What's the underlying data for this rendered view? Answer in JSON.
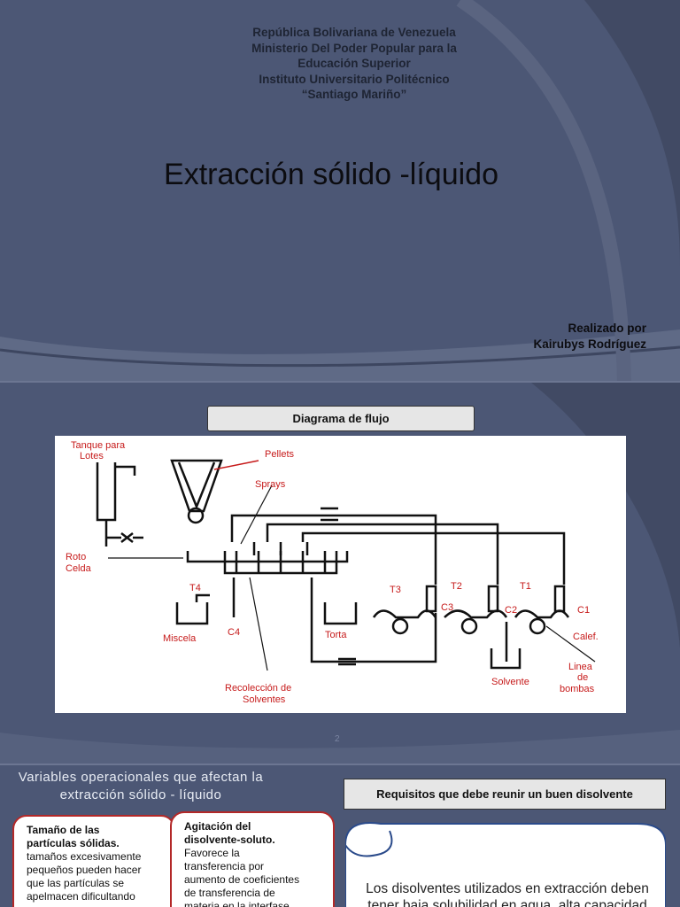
{
  "slide1": {
    "institution_lines": [
      "República Bolivariana de Venezuela",
      "Ministerio Del Poder Popular para la",
      "Educación Superior",
      "Instituto Universitario Politécnico",
      "“Santiago Mariño”"
    ],
    "title": "Extracción sólido -líquido",
    "author_lines": [
      "Realizado por",
      "Kairubys Rodríguez"
    ]
  },
  "slide2": {
    "header": "Diagrama de flujo",
    "slide_number": "2",
    "diagram_labels": {
      "tanque": "Tanque para",
      "lotes": "Lotes",
      "pellets": "Pellets",
      "sprays": "Sprays",
      "roto": "Roto",
      "celda": "Celda",
      "t4": "T4",
      "miscela": "Miscela",
      "c4": "C4",
      "torta": "Torta",
      "recol1": "Recolección de",
      "recol2": "Solventes",
      "t3": "T3",
      "t2": "T2",
      "c3": "C3",
      "t1": "T1",
      "c2": "C2",
      "c1": "C1",
      "calef": "Calef.",
      "solvente": "Solvente",
      "linea1": "Linea",
      "linea2": "de",
      "linea3": "bombas"
    }
  },
  "slide3": {
    "title_lines": [
      "Variables operacionales que afectan la",
      "extracción sólido - líquido"
    ],
    "card1": {
      "heading_lines": [
        "Tamaño de las",
        "partículas sólidas."
      ],
      "body_lines": [
        "tamaños excesivamente",
        "pequeños pueden hacer",
        "que las partículas se",
        "apelmacen dificultando"
      ]
    },
    "card2": {
      "heading_lines": [
        "Agitación del",
        "disolvente-soluto."
      ],
      "body_lines": [
        "Favorece la",
        "transferencia por",
        "aumento de coeficientes",
        "de transferencia de",
        "materia en la interfase"
      ]
    },
    "requirements_header": "Requisitos que debe reunir un buen disolvente",
    "requirements_text": [
      "Los disolventes utilizados en extracción deben",
      "tener baja solubilidad en agua, alta capacidad"
    ]
  }
}
